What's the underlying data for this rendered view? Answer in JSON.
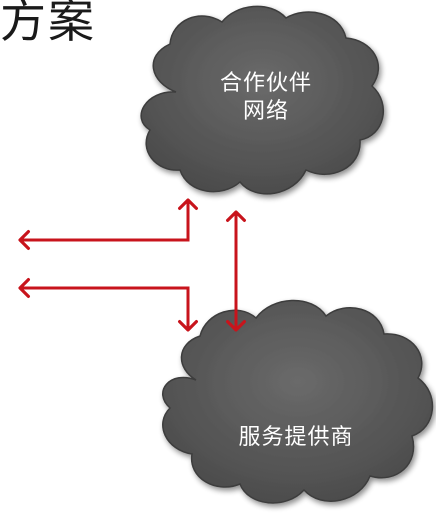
{
  "title_fragment": "方案",
  "clouds": {
    "partner_network": {
      "line1": "合作伙伴",
      "line2": "网络"
    },
    "service_provider": {
      "label": "服务提供商"
    }
  },
  "colors": {
    "cloud_fill": "#5a5a5a",
    "cloud_stroke": "#3c3c3c",
    "arrow": "#c8141c",
    "title_text": "#1a1a1a",
    "cloud_text": "#ffffff"
  }
}
